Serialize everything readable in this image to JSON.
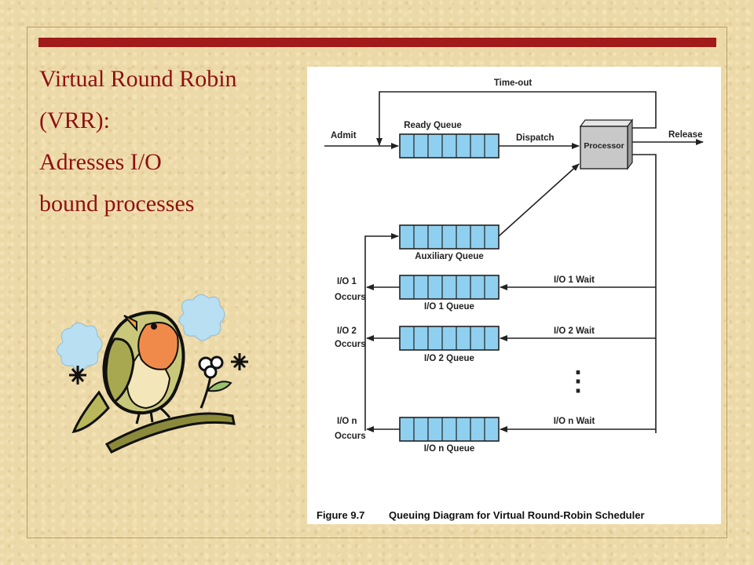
{
  "slide": {
    "title_lines": [
      "Virtual Round Robin",
      "(VRR):",
      "Adresses I/O",
      "bound processes"
    ],
    "colors": {
      "title": "#8f1010",
      "rule": "#a11b1b",
      "queue_fill": "#8fd0f0",
      "processor_fill": "#c8c8c8"
    },
    "clipart": "robin-bird-on-branch"
  },
  "diagram": {
    "timeout_label": "Time-out",
    "admit_label": "Admit",
    "ready_queue_label": "Ready Queue",
    "dispatch_label": "Dispatch",
    "processor_label": "Processor",
    "release_label": "Release",
    "auxiliary_queue_label": "Auxiliary Queue",
    "io_rows": [
      {
        "occurs": [
          "I/O 1",
          "Occurs"
        ],
        "queue": "I/O 1 Queue",
        "wait": "I/O 1 Wait"
      },
      {
        "occurs": [
          "I/O 2",
          "Occurs"
        ],
        "queue": "I/O 2 Queue",
        "wait": "I/O 2 Wait"
      },
      {
        "occurs": [
          "I/O n",
          "Occurs"
        ],
        "queue": "I/O n Queue",
        "wait": "I/O n Wait"
      }
    ],
    "ellipsis": "⋮",
    "caption_number": "Figure 9.7",
    "caption_text": "Queuing Diagram for Virtual Round-Robin Scheduler"
  }
}
